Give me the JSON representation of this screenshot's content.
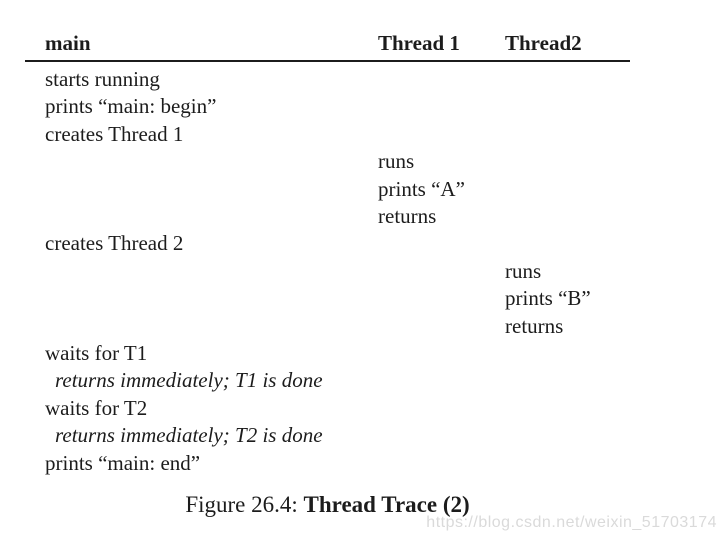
{
  "colors": {
    "text": "#1c1c1c",
    "rule": "#1c1c1c",
    "watermark": "#dadada",
    "background": "#ffffff"
  },
  "table": {
    "columns": [
      "main",
      "Thread 1",
      "Thread2"
    ],
    "rows": [
      {
        "col": 0,
        "style": "normal",
        "text": "starts running"
      },
      {
        "col": 0,
        "style": "normal",
        "text": "prints “main: begin”"
      },
      {
        "col": 0,
        "style": "normal",
        "text": "creates Thread 1"
      },
      {
        "col": 1,
        "style": "normal",
        "text": "runs"
      },
      {
        "col": 1,
        "style": "normal",
        "text": "prints “A”"
      },
      {
        "col": 1,
        "style": "normal",
        "text": "returns"
      },
      {
        "col": 0,
        "style": "normal",
        "text": "creates Thread 2"
      },
      {
        "col": 2,
        "style": "normal",
        "text": "runs"
      },
      {
        "col": 2,
        "style": "normal",
        "text": "prints “B”"
      },
      {
        "col": 2,
        "style": "normal",
        "text": "returns"
      },
      {
        "col": 0,
        "style": "normal",
        "text": "waits for T1"
      },
      {
        "col": 0,
        "style": "italic",
        "text": "returns immediately; T1 is done"
      },
      {
        "col": 0,
        "style": "normal",
        "text": "waits for T2"
      },
      {
        "col": 0,
        "style": "italic",
        "text": "returns immediately; T2 is done"
      },
      {
        "col": 0,
        "style": "normal",
        "text": "prints “main: end”"
      }
    ]
  },
  "caption": {
    "prefix": "Figure 26.4: ",
    "title": "Thread Trace (2)"
  },
  "watermark": "https://blog.csdn.net/weixin_51703174"
}
